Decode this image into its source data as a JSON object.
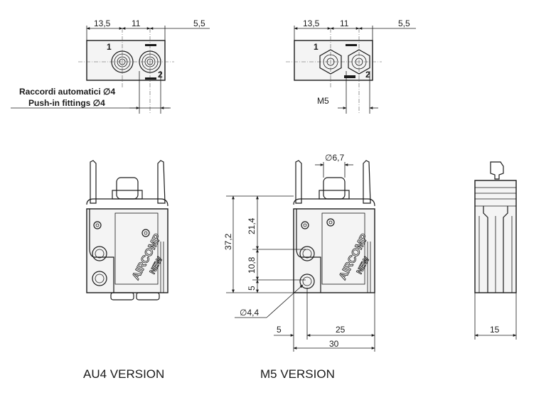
{
  "colors": {
    "ink": "#1a1a1a",
    "paper": "#ffffff",
    "body_fill": "#f4f4f4"
  },
  "top_au4": {
    "dims": {
      "a": "13,5",
      "b": "11",
      "c": "5,5"
    },
    "port1": "1",
    "port2": "2",
    "fitting_it": "Raccordi automatici ∅4",
    "fitting_en": "Push-in fittings ∅4"
  },
  "top_m5": {
    "dims": {
      "a": "13,5",
      "b": "11",
      "c": "5,5"
    },
    "port1": "1",
    "port2": "2",
    "thread": "M5"
  },
  "front_m5": {
    "dia_plunger": "∅6,7",
    "height_total": "37,2",
    "height_upper": "21,4",
    "height_mid": "10,8",
    "height_low": "5",
    "dia_hole": "∅4,4",
    "w_offset": "5",
    "w_holes": "25",
    "w_total": "30"
  },
  "side": {
    "width": "15"
  },
  "logo": {
    "brand": "AIRCOMP",
    "sub": "NEW"
  },
  "captions": {
    "au4": "AU4 VERSION",
    "m5": "M5 VERSION"
  }
}
